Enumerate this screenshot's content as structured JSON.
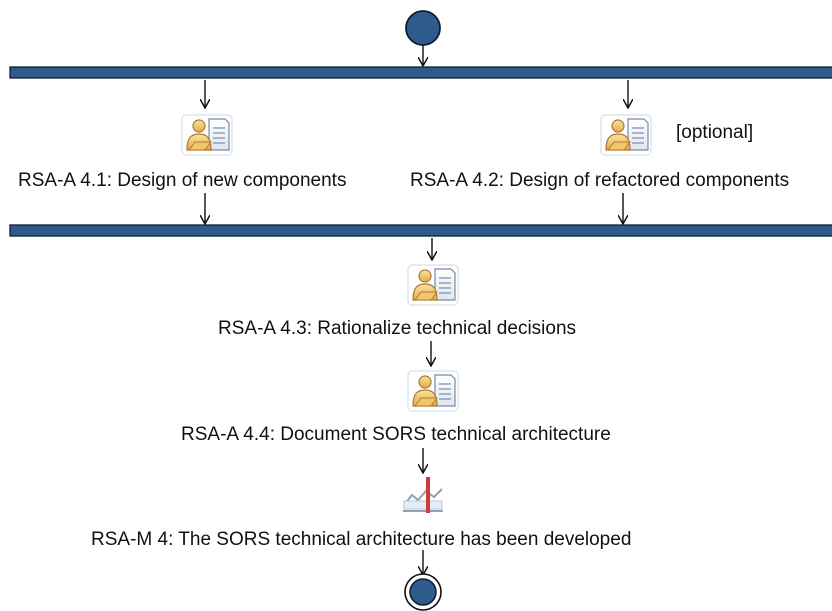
{
  "activities": [
    {
      "id": "4.1",
      "label": "RSA-A 4.1: Design of new components",
      "icon": "activity-role-document-icon"
    },
    {
      "id": "4.2",
      "label": "RSA-A 4.2: Design of refactored components",
      "icon": "activity-role-document-icon",
      "guard": "[optional]"
    },
    {
      "id": "4.3",
      "label": "RSA-A 4.3: Rationalize technical decisions",
      "icon": "activity-role-document-icon"
    },
    {
      "id": "4.4",
      "label": "RSA-A 4.4: Document SORS technical architecture",
      "icon": "activity-role-document-icon"
    }
  ],
  "milestone": {
    "label": "RSA-M 4: The SORS technical architecture has been developed",
    "icon": "milestone-icon"
  },
  "nodes": {
    "initial": "initial-node",
    "fork": "fork-bar",
    "join": "join-bar",
    "final": "final-node"
  },
  "colors": {
    "node_fill": "#2e5a8c",
    "node_stroke": "#0e1e33",
    "bar_fill": "#2e5a8c",
    "bar_stroke": "#0e1e33",
    "arrow": "#111111",
    "milestone_accent": "#d23a3a"
  }
}
